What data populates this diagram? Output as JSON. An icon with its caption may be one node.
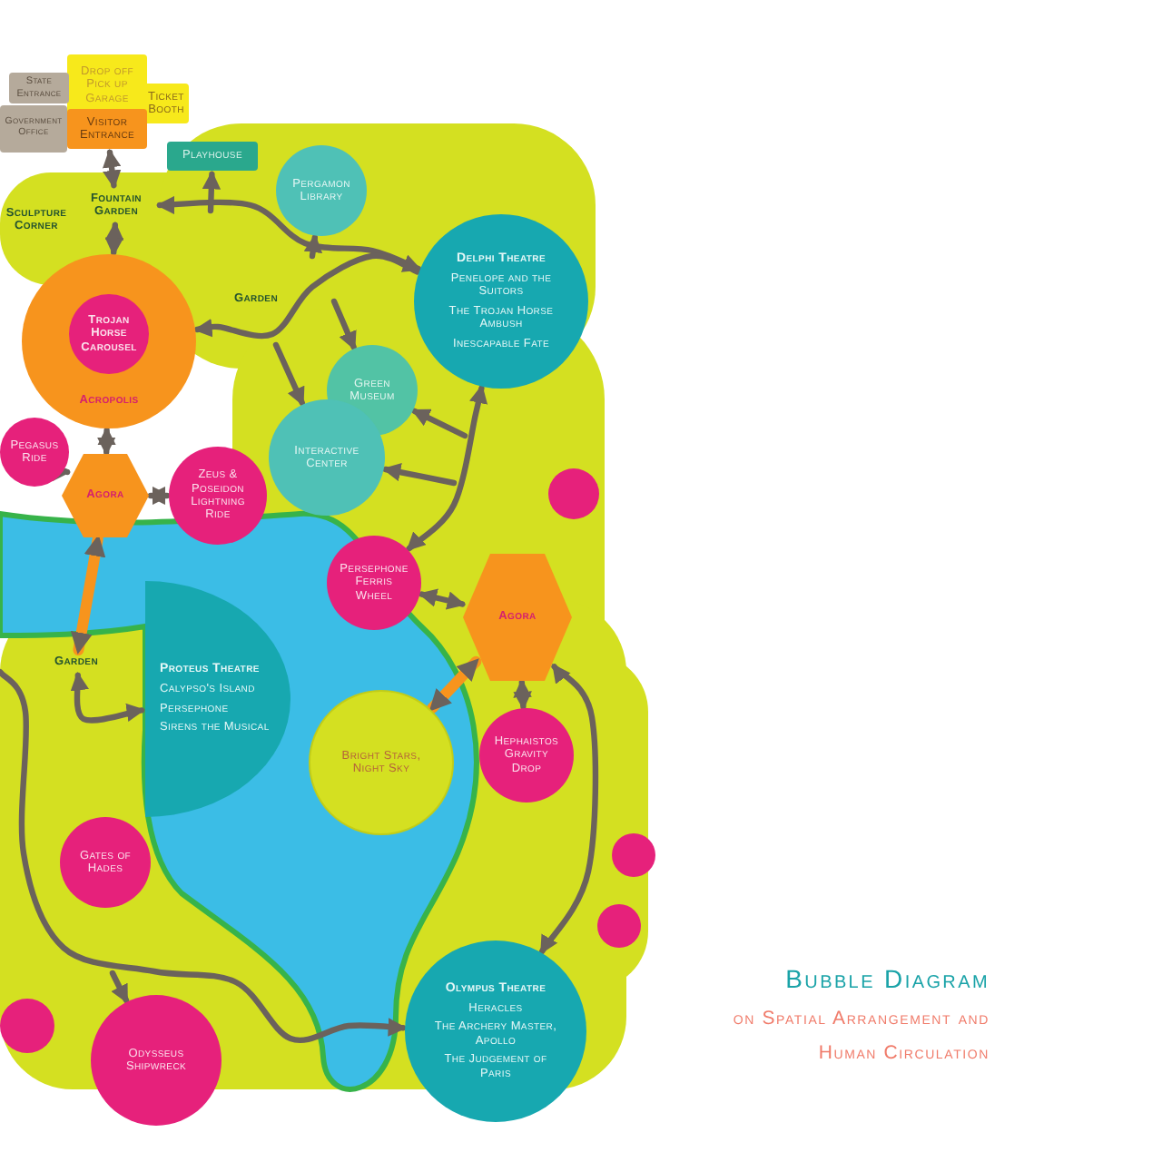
{
  "diagram": {
    "title": "Bubble Diagram",
    "caption": "on Spatial Arrangement and Human Circulation",
    "nodes": [
      {
        "text": [
          "Drop off Pick up Garage"
        ]
      },
      {
        "text": [
          "State Entrance"
        ]
      },
      {
        "text": [
          "Ticket Booth"
        ]
      },
      {
        "text": [
          "Government Office"
        ]
      },
      {
        "text": [
          "Visitor Entrance"
        ]
      },
      {
        "text": [
          "Playhouse"
        ]
      },
      {
        "text": [
          "Sculpture Corner"
        ]
      },
      {
        "text": [
          "Fountain Garden"
        ]
      },
      {
        "text": [
          "Pergamon Library"
        ]
      },
      {
        "text": [
          "Delphi Theatre",
          "Penelope and the Suitors",
          "The Trojan Horse Ambush",
          "Inescapable Fate"
        ]
      },
      {
        "text": [
          "Acropolis"
        ]
      },
      {
        "text": [
          "Trojan Horse Carousel"
        ],
        "in": 10
      },
      {
        "text": [
          "Garden"
        ]
      },
      {
        "text": [
          "Green Museum"
        ]
      },
      {
        "text": [
          "Interactive Center"
        ]
      },
      {
        "text": [
          "Pegasus Ride"
        ]
      },
      {
        "text": [
          "Agora"
        ]
      },
      {
        "text": [
          "Zeus & Poseidon Lightning Ride"
        ]
      },
      {
        "text": [],
        "shape": "circle"
      },
      {
        "text": [
          "Persephone Ferris Wheel"
        ]
      },
      {
        "text": [
          "Agora"
        ]
      },
      {
        "text": [
          "Garden"
        ]
      },
      {
        "text": [
          "Proteus Theatre",
          "Calypso's Island",
          "Persephone",
          "Sirens the Musical"
        ]
      },
      {
        "text": [
          "Bright Stars, Night Sky"
        ]
      },
      {
        "text": [
          "Hephaistos Gravity Drop"
        ]
      },
      {
        "text": [
          "Gates of Hades"
        ]
      },
      {
        "text": [],
        "shape": "circle"
      },
      {
        "text": [],
        "shape": "circle"
      },
      {
        "text": [],
        "shape": "circle"
      },
      {
        "text": [
          "Odysseus Shipwreck"
        ]
      },
      {
        "text": [
          "Olympus Theatre",
          "Heracles",
          "The Archery Master, Apollo",
          "The Judgement of Paris"
        ]
      }
    ],
    "edges": [
      {
        "from": 4,
        "to": 7,
        "arrow": "both"
      },
      {
        "from": 7,
        "to": 10,
        "arrow": "both"
      },
      {
        "from": 10,
        "to": 16,
        "arrow": "both"
      },
      {
        "from": 15,
        "to": 16,
        "arrow": "to"
      },
      {
        "from": 16,
        "to": 17,
        "arrow": "both"
      },
      {
        "from": 16,
        "to": 21,
        "arrow": "both",
        "style": "thick",
        "color": "#f7941d"
      },
      {
        "from": 21,
        "to": 22,
        "arrow": "both"
      },
      {
        "from": 7,
        "to": 9,
        "arrow": "both"
      },
      {
        "from": 9,
        "to": 10,
        "arrow": "to"
      },
      {
        "from": null,
        "to": 5,
        "arrow": "to"
      },
      {
        "from": null,
        "to": 8,
        "arrow": "to"
      },
      {
        "from": null,
        "to": 13,
        "arrow": "to"
      },
      {
        "from": null,
        "to": 14,
        "arrow": "to"
      },
      {
        "from": 19,
        "to": 9,
        "arrow": "both"
      },
      {
        "from": null,
        "to": 13,
        "arrow": "to"
      },
      {
        "from": null,
        "to": 14,
        "arrow": "to"
      },
      {
        "from": 19,
        "to": 20,
        "arrow": "both"
      },
      {
        "from": 20,
        "to": 23,
        "arrow": "both",
        "style": "thick",
        "color": "#f7941d"
      },
      {
        "from": 20,
        "to": 24,
        "arrow": "both"
      },
      {
        "from": 20,
        "to": 30,
        "arrow": "both"
      },
      {
        "from": null,
        "to": 30,
        "arrow": "to"
      },
      {
        "from": null,
        "to": 29,
        "arrow": "to"
      }
    ]
  }
}
